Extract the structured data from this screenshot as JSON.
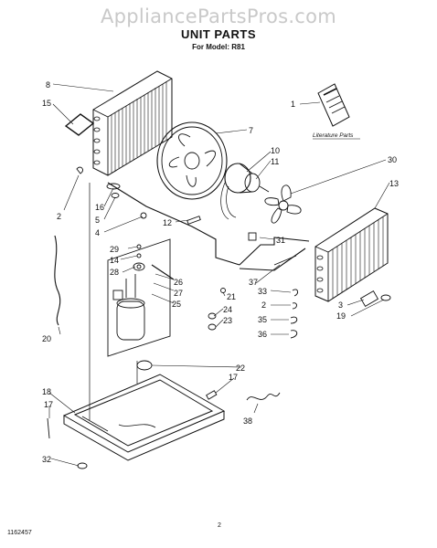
{
  "watermark": "AppliancePartsPros.com",
  "header": {
    "title": "UNIT PARTS",
    "subtitle": "For Model: R81"
  },
  "literature_label": "Literature Parts",
  "callouts": {
    "c1": "1",
    "c2a": "2",
    "c2b": "2",
    "c3": "3",
    "c4": "4",
    "c5": "5",
    "c7": "7",
    "c8": "8",
    "c10": "10",
    "c11": "11",
    "c12": "12",
    "c13": "13",
    "c14": "14",
    "c15": "15",
    "c16": "16",
    "c17a": "17",
    "c17b": "17",
    "c18": "18",
    "c19": "19",
    "c20": "20",
    "c21": "21",
    "c22": "22",
    "c23": "23",
    "c24": "24",
    "c25": "25",
    "c26": "26",
    "c27": "27",
    "c28": "28",
    "c29": "29",
    "c30": "30",
    "c31": "31",
    "c32": "32",
    "c33": "33",
    "c35": "35",
    "c36": "36",
    "c37": "37",
    "c38": "38"
  },
  "footer": {
    "doc_number": "1162457",
    "page": "2"
  }
}
